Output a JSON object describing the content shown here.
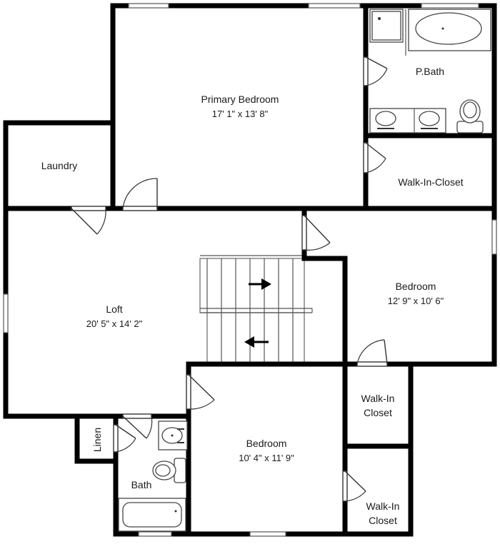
{
  "rooms": {
    "primary_bedroom": {
      "name": "Primary Bedroom",
      "dims": "17' 1\" x 13' 8\""
    },
    "p_bath": {
      "name": "P.Bath"
    },
    "walk_in_closet_primary": {
      "name": "Walk-In-Closet"
    },
    "laundry": {
      "name": "Laundry"
    },
    "loft": {
      "name": "Loft",
      "dims": "20' 5\" x 14' 2\""
    },
    "bedroom_east": {
      "name": "Bedroom",
      "dims": "12' 9\" x 10' 6\""
    },
    "walk_in_closet_1": {
      "line1": "Walk-In",
      "line2": "Closet"
    },
    "walk_in_closet_2": {
      "line1": "Walk-In",
      "line2": "Closet"
    },
    "bedroom_south": {
      "name": "Bedroom",
      "dims": "10' 4\" x 11' 9\""
    },
    "linen": {
      "name": "Linen"
    },
    "bath": {
      "name": "Bath"
    }
  },
  "stairs": {
    "upper_arrow": "right",
    "lower_arrow": "left"
  }
}
